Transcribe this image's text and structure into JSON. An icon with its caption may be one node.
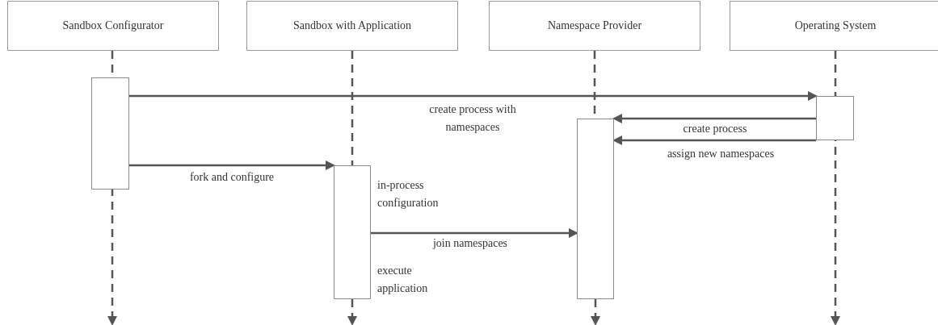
{
  "diagram": {
    "nodes": [
      {
        "text": [
          "Sandbox Configurator"
        ]
      },
      {
        "text": [
          "Sandbox with Application"
        ]
      },
      {
        "text": [
          "Namespace Provider"
        ]
      },
      {
        "text": [
          "Operating System"
        ]
      },
      {
        "text": [],
        "shape": "bar"
      },
      {
        "text": [],
        "shape": "bar",
        "beside": [
          "in-process configuration",
          "execute application"
        ]
      },
      {
        "text": [],
        "shape": "bar"
      },
      {
        "text": [],
        "shape": "bar"
      }
    ],
    "edges": [
      {
        "from": 4,
        "to": 7,
        "arrow": "to",
        "label": "create process with namespaces"
      },
      {
        "from": 7,
        "to": 6,
        "arrow": "to",
        "label": "create process"
      },
      {
        "from": 7,
        "to": 6,
        "arrow": "to",
        "label": "assign new namespaces"
      },
      {
        "from": 4,
        "to": 5,
        "arrow": "to",
        "label": "fork and configure"
      },
      {
        "from": 5,
        "to": 6,
        "arrow": "to",
        "label": "join namespaces"
      },
      {
        "from": 0,
        "to": null,
        "arrow": "to",
        "style": "dashed"
      },
      {
        "from": 1,
        "to": 5,
        "arrow": "none",
        "style": "dashed"
      },
      {
        "from": 5,
        "to": null,
        "arrow": "to",
        "style": "dashed"
      },
      {
        "from": 2,
        "to": 6,
        "arrow": "none",
        "style": "dashed"
      },
      {
        "from": 6,
        "to": null,
        "arrow": "to",
        "style": "dashed"
      },
      {
        "from": 3,
        "to": null,
        "arrow": "to",
        "style": "dashed"
      }
    ]
  }
}
